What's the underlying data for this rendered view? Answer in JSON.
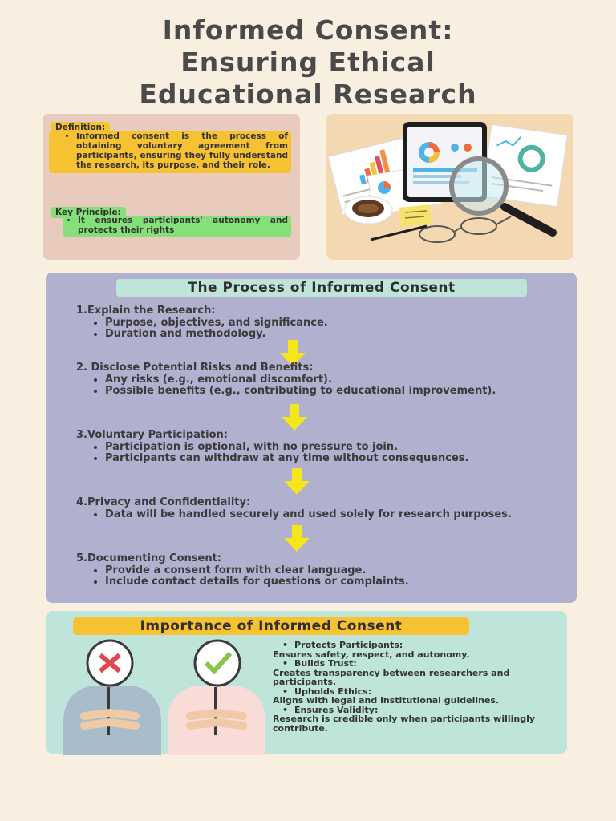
{
  "title": {
    "line1": "Informed Consent:",
    "line2": "Ensuring Ethical",
    "line3": "Educational Research"
  },
  "definition": {
    "label": "Definition:",
    "text": "Informed consent is the process of obtaining voluntary agreement from participants, ensuring they fully understand the research, its purpose, and their role."
  },
  "key_principle": {
    "label": "Key Principle:",
    "text": "It ensures participants' autonomy and protects their rights"
  },
  "process": {
    "heading": "The Process of Informed Consent",
    "steps": [
      {
        "title": "1.Explain the Research:",
        "bullets": [
          "Purpose, objectives, and significance.",
          "Duration and methodology."
        ]
      },
      {
        "title": "2. Disclose Potential Risks and Benefits:",
        "bullets": [
          "Any risks (e.g., emotional discomfort).",
          "Possible benefits (e.g., contributing to educational improvement)."
        ]
      },
      {
        "title": "3.Voluntary Participation:",
        "bullets": [
          "Participation is optional, with no pressure to join.",
          "Participants can withdraw at any time without consequences."
        ]
      },
      {
        "title": "4.Privacy and Confidentiality:",
        "bullets": [
          "Data will be handled securely and used solely for research purposes."
        ]
      },
      {
        "title": "5.Documenting Consent:",
        "bullets": [
          "Provide a consent form with clear language.",
          "Include contact details for questions or complaints."
        ]
      }
    ]
  },
  "importance": {
    "heading": "Importance of Informed Consent",
    "items": [
      {
        "head": "Protects Participants:",
        "body": "Ensures safety, respect, and autonomy."
      },
      {
        "head": "Builds Trust:",
        "body": "Creates transparency between researchers and participants."
      },
      {
        "head": "Upholds Ethics:",
        "body": "Aligns with legal and institutional guidelines."
      },
      {
        "head": "Ensures Validity:",
        "body": "Research is credible only when participants willingly contribute."
      }
    ]
  },
  "colors": {
    "background": "#f9efe0",
    "definition_highlight": "#f7c231",
    "key_principle_highlight": "#86e07a",
    "process_card": "#b2b0cf",
    "importance_card": "#bfe5db",
    "arrow": "#f5e51b"
  },
  "icons": [
    "research-documents-illustration",
    "down-arrow-icon",
    "cross-mark-icon",
    "check-mark-icon"
  ]
}
